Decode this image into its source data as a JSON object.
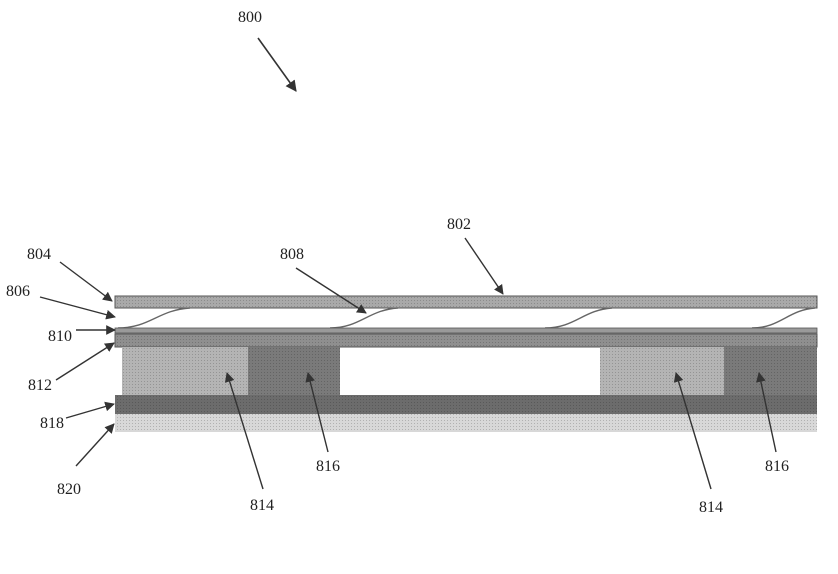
{
  "figure": {
    "id_label": "800",
    "labels": {
      "l802": "802",
      "l804": "804",
      "l806": "806",
      "l808": "808",
      "l810": "810",
      "l812": "812",
      "l814_left": "814",
      "l814_right": "814",
      "l816_left": "816",
      "l816_right": "816",
      "l818": "818",
      "l820": "820"
    }
  },
  "colors": {
    "top_sheet": "#a9a9a9",
    "mid_sheet": "#8f8f8f",
    "block_light": "#b4b4b4",
    "block_dark": "#7a7a7a",
    "base_dark": "#6c6c6c",
    "base_light": "#d8d8d8",
    "line": "#333333"
  }
}
